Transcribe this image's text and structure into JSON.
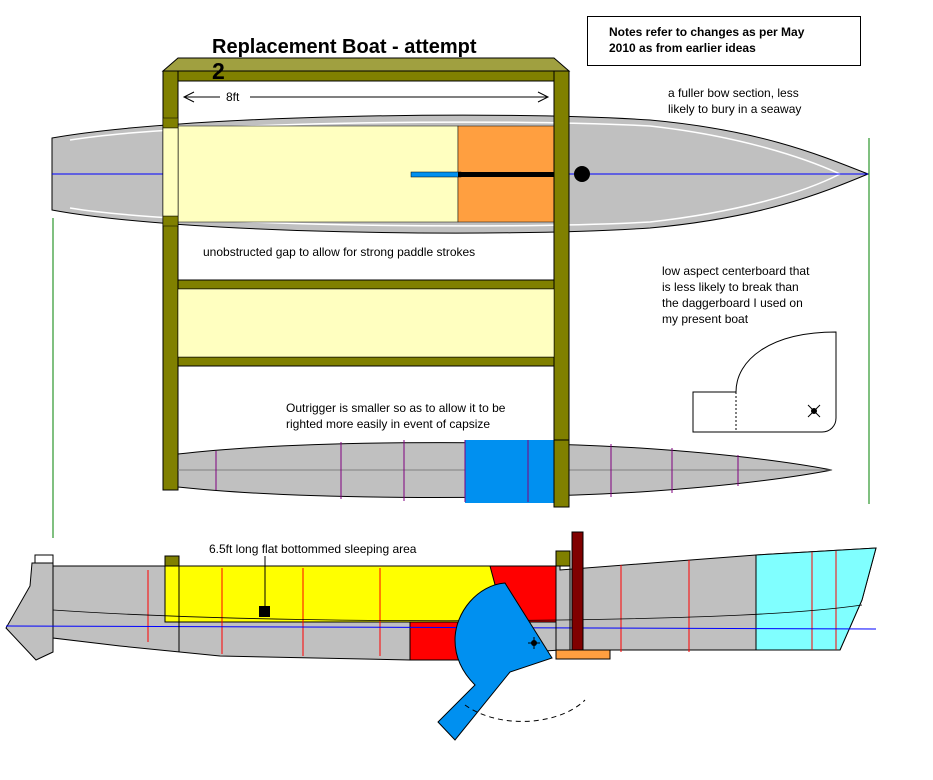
{
  "title": {
    "text": "Replacement Boat - attempt",
    "number": "2"
  },
  "notes_box": {
    "text": "Notes refer to changes as per May\n2010 as from earlier ideas"
  },
  "annotations": {
    "dimension": "8ft",
    "bow": "a fuller bow section, less\nlikely to bury in a seaway",
    "gap": "unobstructed gap to allow for strong paddle strokes",
    "centerboard": "low aspect centerboard that\nis less likely to break than\nthe daggerboard I used on\nmy present boat",
    "outrigger": "Outrigger is smaller so as to allow it to be\nrighted more easily in event of capsize",
    "sleeping": "6.5ft long flat bottommed sleeping area"
  },
  "colors": {
    "hull": "#c0c0c0",
    "frame": "#808000",
    "cream": "#ffffc0",
    "orange": "#ff9f40",
    "blue": "#0090f0",
    "yellow": "#ffff00",
    "red": "#ff0000",
    "cyan": "#80ffff",
    "mast": "#800000",
    "axis_line": "#0000ff",
    "green_line": "#008000",
    "section_line": "#800080"
  }
}
